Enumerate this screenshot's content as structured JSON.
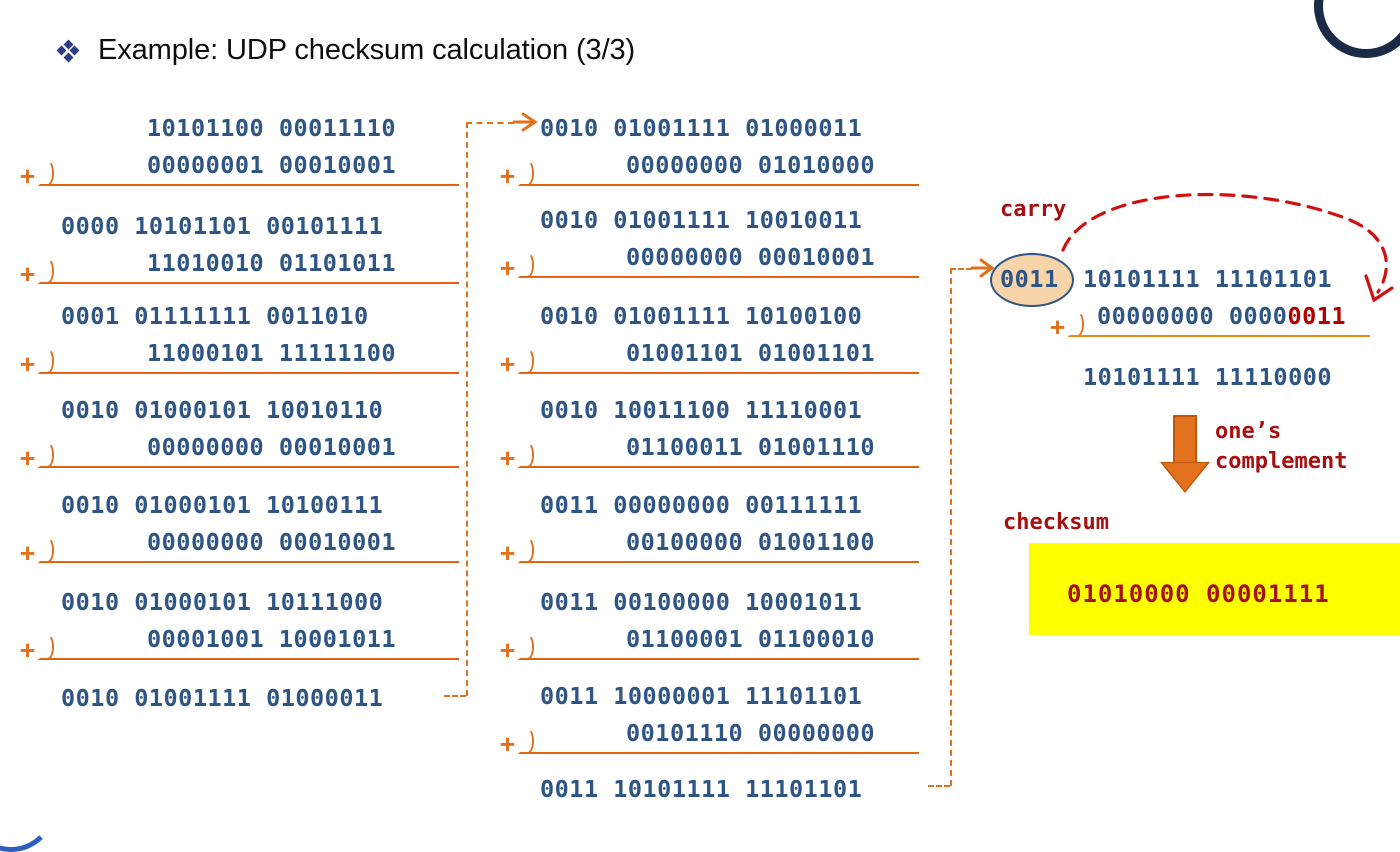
{
  "slide": {
    "title": "Example: UDP checksum calculation (3/3)",
    "bullet_icon": "diamond-bullet-icon",
    "colors": {
      "binary_blue": "#2e5584",
      "accent_orange": "#e2711d",
      "rule_orange": "#e2620f",
      "label_red": "#a51010",
      "carry_red": "#b00000",
      "highlight_yellow": "#ffff00",
      "ellipse_fill": "#f8d4ab",
      "corner_navy": "#1b2a47"
    }
  },
  "column1": {
    "plus_symbol": "+",
    "blocks": [
      {
        "operand1": "10101100 00011110",
        "operand2": "00000001 00010001"
      },
      {
        "operand1": "0000 10101101 00101111",
        "operand2": "11010010 01101011"
      },
      {
        "operand1": "0001 01111111 0011010",
        "operand2": "11000101 11111100"
      },
      {
        "operand1": "0010 01000101 10010110",
        "operand2": "00000000 00010001"
      },
      {
        "operand1": "0010 01000101 10100111",
        "operand2": "00000000 00010001"
      },
      {
        "operand1": "0010 01000101 10111000",
        "operand2": "00001001 10001011"
      }
    ],
    "final_result": "0010 01001111 01000011"
  },
  "column2": {
    "plus_symbol": "+",
    "blocks": [
      {
        "operand1": "0010 01001111 01000011",
        "operand2": "00000000 01010000"
      },
      {
        "operand1": "0010 01001111 10010011",
        "operand2": "00000000 00010001"
      },
      {
        "operand1": "0010 01001111 10100100",
        "operand2": "01001101 01001101"
      },
      {
        "operand1": "0010 10011100 11110001",
        "operand2": "01100011 01001110"
      },
      {
        "operand1": "0011 00000000 00111111",
        "operand2": "00100000 01001100"
      },
      {
        "operand1": "0011 00100000 10001011",
        "operand2": "01100001 01100010"
      },
      {
        "operand1": "0011 10000001 11101101",
        "operand2": "00101110 00000000"
      }
    ],
    "final_result": "0011 10101111 11101101"
  },
  "column3": {
    "carry_label": "carry",
    "carry_value": "0011",
    "operand1": "10101111 11101101",
    "operand2_prefix": "00000000 0000",
    "operand2_carry": "0011",
    "plus_symbol": "+",
    "sum": "10101111 11110000",
    "ones_complement_label_line1": "one’s",
    "ones_complement_label_line2": "complement",
    "checksum_label": "checksum",
    "checksum_value": "01010000 00001111"
  }
}
